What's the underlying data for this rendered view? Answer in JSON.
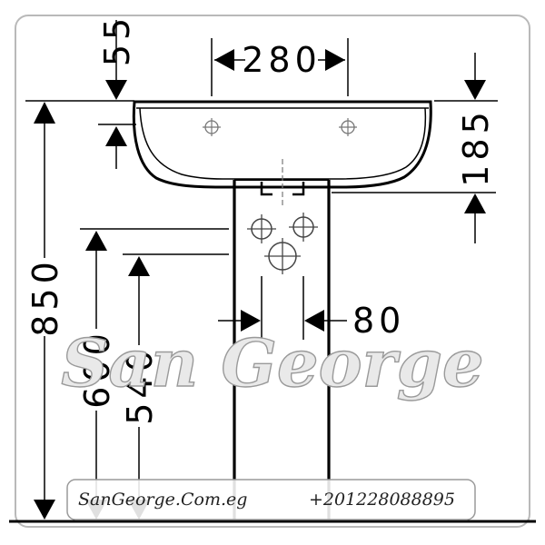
{
  "dimensions": {
    "top_offset": "55",
    "hole_spacing": "280",
    "basin_height": "185",
    "total_height": "850",
    "pedestal_outlet_height": "600",
    "drain_height": "540",
    "outlet_offset": "80"
  },
  "watermark": "San George",
  "footer": {
    "website": "SanGeorge.Com.eg",
    "phone": "+201228088895"
  }
}
